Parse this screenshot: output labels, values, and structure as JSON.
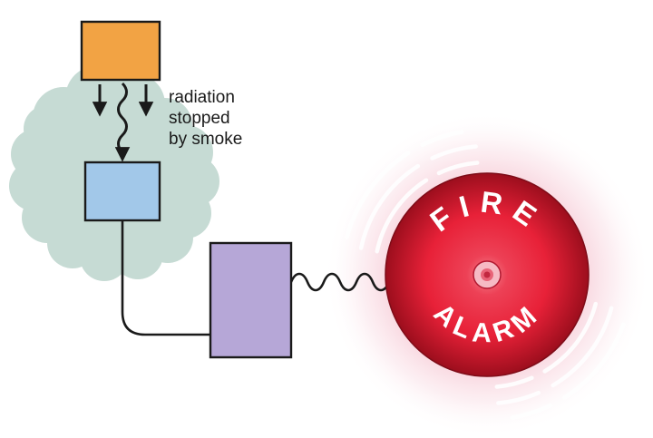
{
  "diagram": {
    "annotation": {
      "line1": "radiation",
      "line2": "stopped",
      "line3": "by smoke"
    },
    "bell": {
      "top_text": "FIRE",
      "bottom_text": "ALARM"
    },
    "colors": {
      "source": "#F2A344",
      "detector": "#A2C8E9",
      "amplifier": "#B6A7D7",
      "smoke": "#C6DBD4",
      "bell": "#E82138",
      "glow": "#F6C0CD",
      "bell_text": "#FFFFFF",
      "line": "#1A1A1A",
      "background": "#FFFFFF"
    }
  }
}
